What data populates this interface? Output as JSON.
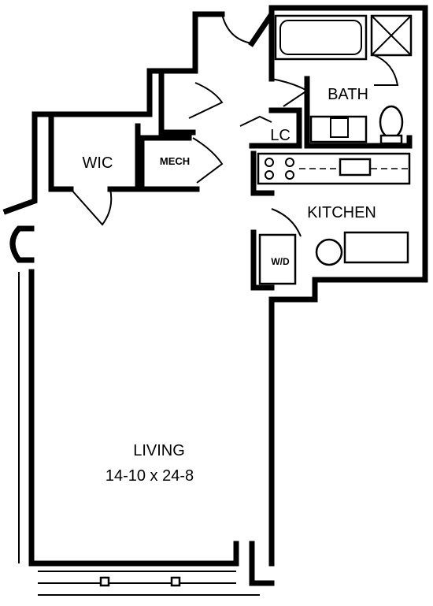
{
  "rooms": {
    "bath": "BATH",
    "lc": "LC",
    "wic": "WIC",
    "mech": "MECH",
    "kitchen": "KITCHEN",
    "wd": "W/D",
    "living": "LIVING",
    "living_dims": "14-10 x 24-8"
  }
}
